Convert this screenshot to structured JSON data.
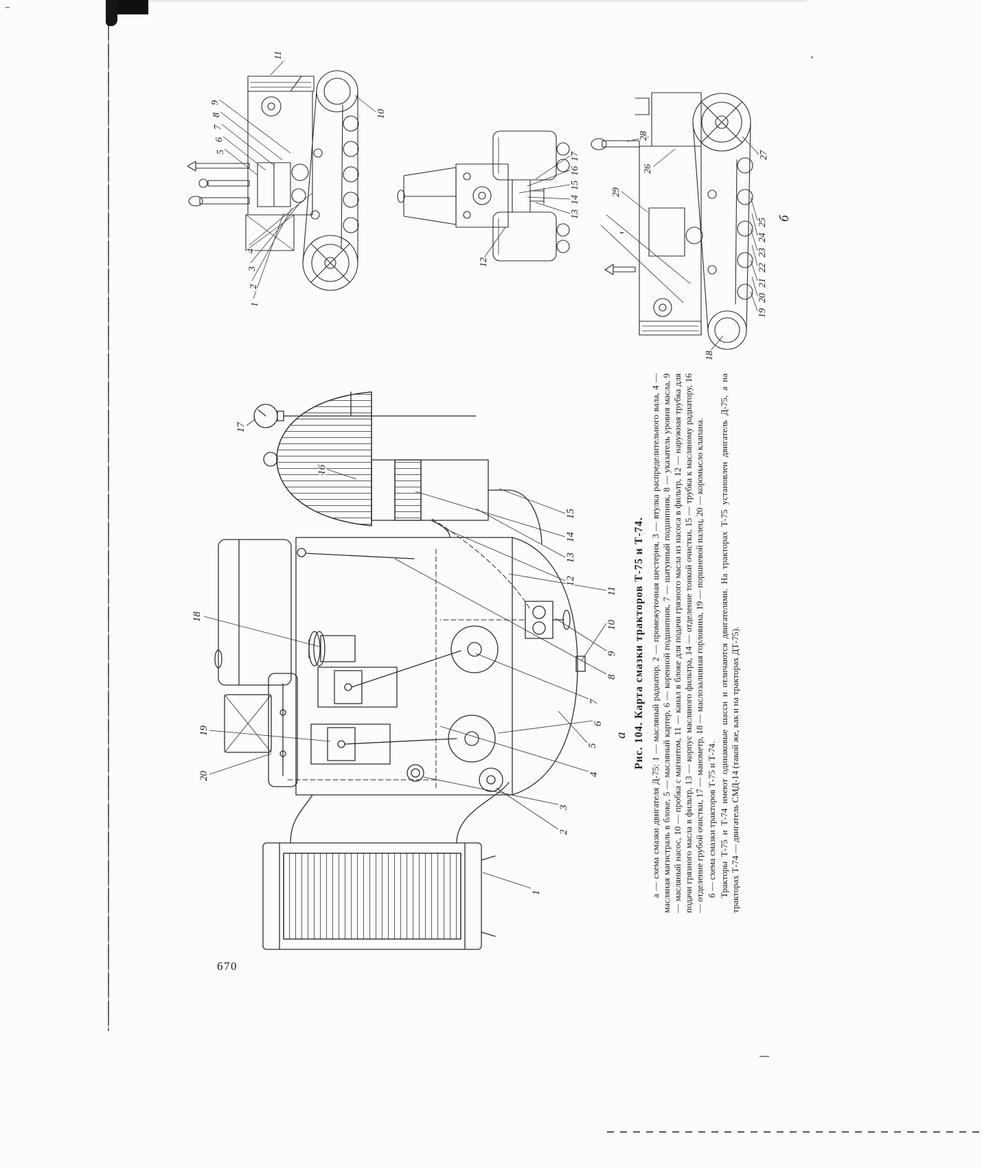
{
  "page": {
    "number": "670"
  },
  "figure": {
    "title": "Рис. 104. Карта смазки тракторов Т-75 и Т-74.",
    "label_a": "а",
    "label_b": "б",
    "legend_a": "а — схема смазки двигателя Д-75: 1 — масляный радиатор, 2 — промежуточная шестерня, 3 — втулка распределительного вала, 4 — масляная магистраль в блоке, 5 — масляный картер, 6 — коренной подшипник, 7 — шатунный подшипник, 8 — указатель уровня масла, 9 — масляный насос, 10 — пробка с магнитом, 11 — канал в блоке для подачи грязного масла из насоса в фильтр, 12 — наружная трубка для подачи грязного масла в фильтр, 13 — корпус масляного фильтра, 14 — отделение тонкой очистки, 15 — трубка к масляному радиатору, 16 — отделение грубой очистки, 17 — манометр, 18 — маслозаливная горловина, 19 — поршневой палец, 20 — коромысло клапана.",
    "legend_b": "б — схема смазки тракторов Т-75 и Т-74.",
    "note": "Тракторы Т-75 и Т-74 имеют одинаковые шасси и отличаются двигателями. На тракторах Т-75 установлен двигатель Д-75, а на тракторах Т-74 — двигатель СМД-14 (такой же, как и на тракторах ДТ-75)."
  },
  "callouts": {
    "side_a": [
      "1",
      "2",
      "3",
      "4",
      "5",
      "6",
      "7",
      "8",
      "9",
      "10",
      "11"
    ],
    "rear": [
      "12",
      "13",
      "14",
      "15",
      "16",
      "17"
    ],
    "side_b": [
      "18",
      "19",
      "20",
      "21",
      "22",
      "23",
      "24",
      "25",
      "26",
      "27",
      "28",
      "29"
    ],
    "engine": [
      "1",
      "2",
      "3",
      "4",
      "5",
      "6",
      "7",
      "8",
      "9",
      "10",
      "11",
      "12",
      "13",
      "14",
      "15",
      "16",
      "17",
      "18",
      "19",
      "20"
    ]
  }
}
